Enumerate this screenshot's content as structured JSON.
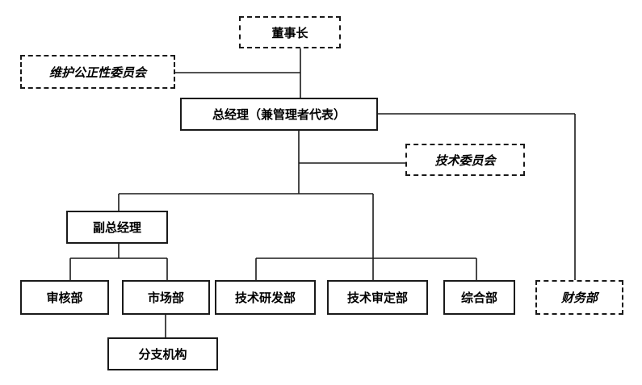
{
  "nodes": {
    "chairman": "董事长",
    "fairness_committee": "维护公正性委员会",
    "general_manager": "总经理（兼管理者代表）",
    "tech_committee": "技术委员会",
    "deputy_gm": "副总经理",
    "audit_dept": "审核部",
    "market_dept": "市场部",
    "branches": "分支机构",
    "rd_dept": "技术研发部",
    "tech_review_dept": "技术审定部",
    "general_dept": "综合部",
    "finance_dept": "财务部"
  }
}
